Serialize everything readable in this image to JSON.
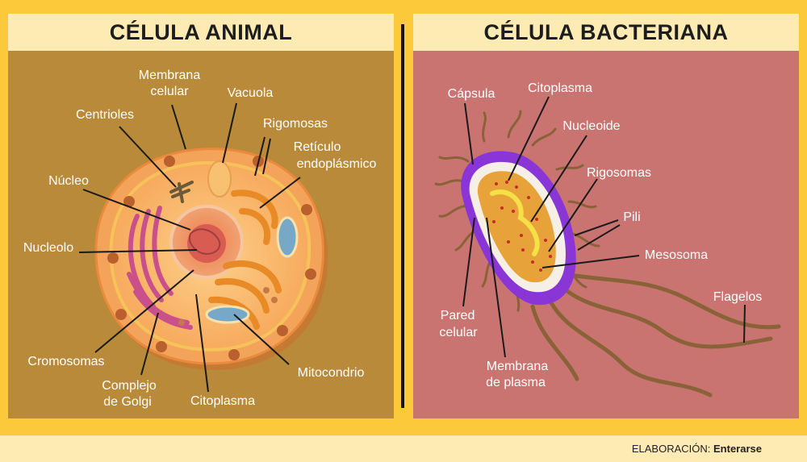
{
  "left": {
    "title": "CÉLULA ANIMAL",
    "labels": {
      "membrana_l1": "Membrana",
      "membrana_l2": "celular",
      "vacuola": "Vacuola",
      "centrioles": "Centrioles",
      "rigomosas": "Rigomosas",
      "reticulo_l1": "Retículo",
      "reticulo_l2": "endoplásmico",
      "nucleo": "Núcleo",
      "nucleolo": "Nucleolo",
      "cromosomas": "Cromosomas",
      "golgi_l1": "Complejo",
      "golgi_l2": "de Golgi",
      "citoplasma": "Citoplasma",
      "mitocondrio": "Mitocondrio"
    }
  },
  "right": {
    "title": "CÉLULA BACTERIANA",
    "labels": {
      "capsula": "Cápsula",
      "citoplasma": "Citoplasma",
      "nucleoide": "Nucleoide",
      "rigosomas": "Rigosomas",
      "pili": "Pili",
      "mesosoma": "Mesosoma",
      "flagelos": "Flagelos",
      "pared_l1": "Pared",
      "pared_l2": "celular",
      "membrana_l1": "Membrana",
      "membrana_l2": "de plasma"
    }
  },
  "footer": {
    "credit_prefix": "ELABORACIÓN:",
    "credit_name": "Enterarse"
  }
}
